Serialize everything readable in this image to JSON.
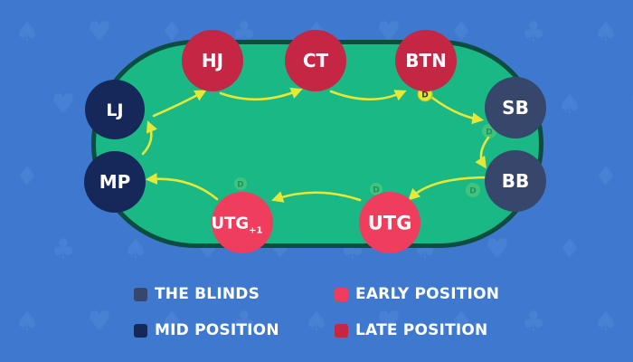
{
  "colors": {
    "background": "#3f78cf",
    "table_rim": "#0d4d3f",
    "table_felt": "#1ab884",
    "arrow": "#e5e838",
    "dealer_button": "#e5e838",
    "the_blinds": "#36476b",
    "mid_position": "#16285a",
    "early_position": "#ee3d5d",
    "late_position": "#c42643",
    "seat_text": "#ffffff"
  },
  "seats": [
    {
      "id": "lj",
      "label": "LJ",
      "sub": "",
      "group": "mid_position"
    },
    {
      "id": "hj",
      "label": "HJ",
      "sub": "",
      "group": "late_position"
    },
    {
      "id": "ct",
      "label": "CT",
      "sub": "",
      "group": "late_position"
    },
    {
      "id": "btn",
      "label": "BTN",
      "sub": "",
      "group": "late_position"
    },
    {
      "id": "sb",
      "label": "SB",
      "sub": "",
      "group": "the_blinds"
    },
    {
      "id": "bb",
      "label": "BB",
      "sub": "",
      "group": "the_blinds"
    },
    {
      "id": "utg",
      "label": "UTG",
      "sub": "",
      "group": "early_position"
    },
    {
      "id": "utg1",
      "label": "UTG",
      "sub": "+1",
      "group": "early_position"
    },
    {
      "id": "mp",
      "label": "MP",
      "sub": "",
      "group": "mid_position"
    }
  ],
  "dealer_buttons": [
    {
      "label": "D",
      "state": "active"
    },
    {
      "label": "D",
      "state": "faded"
    },
    {
      "label": "D",
      "state": "faded"
    },
    {
      "label": "D",
      "state": "faded"
    },
    {
      "label": "D",
      "state": "faded"
    }
  ],
  "legend": [
    {
      "label": "THE BLINDS",
      "color": "#36476b"
    },
    {
      "label": "EARLY POSITION",
      "color": "#ee3d5d"
    },
    {
      "label": "MID POSITION",
      "color": "#16285a"
    },
    {
      "label": "LATE POSITION",
      "color": "#c42643"
    }
  ]
}
